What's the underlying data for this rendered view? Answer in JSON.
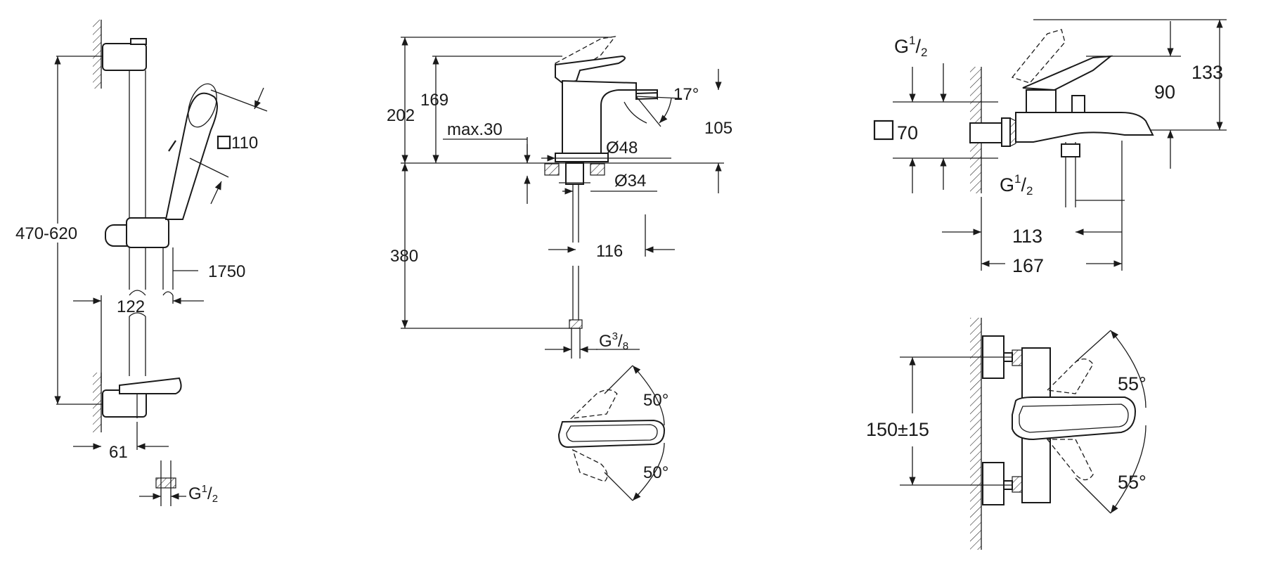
{
  "shower_set": {
    "handshower_size": "110",
    "rail_height": "470-620",
    "hose_length": "1750",
    "width": "122",
    "depth": "61",
    "thread": "G",
    "thread_fraction": {
      "num": "1",
      "den": "2"
    }
  },
  "basin_mixer": {
    "total_height": "202",
    "spout_height": "169",
    "max_thickness": "max.30",
    "spout_angle": "17°",
    "spout_reach": "105",
    "body_diameter": "Ø48",
    "hole_diameter": "Ø34",
    "hose_length": "380",
    "hose_offset": "116",
    "thread": "G",
    "thread_fraction": {
      "num": "3",
      "den": "8"
    },
    "lever_angle_top": "50°",
    "lever_angle_bottom": "50°"
  },
  "bath_mixer": {
    "inlet_thread": "G",
    "inlet_fraction": {
      "num": "1",
      "den": "2"
    },
    "escutcheon_size": "70",
    "outlet_thread": "G",
    "outlet_fraction": {
      "num": "1",
      "den": "2"
    },
    "dim_133": "133",
    "dim_90": "90",
    "dim_113": "113",
    "dim_167": "167",
    "centers": "150±15",
    "lever_angle_top": "55°",
    "lever_angle_bottom": "55°"
  }
}
